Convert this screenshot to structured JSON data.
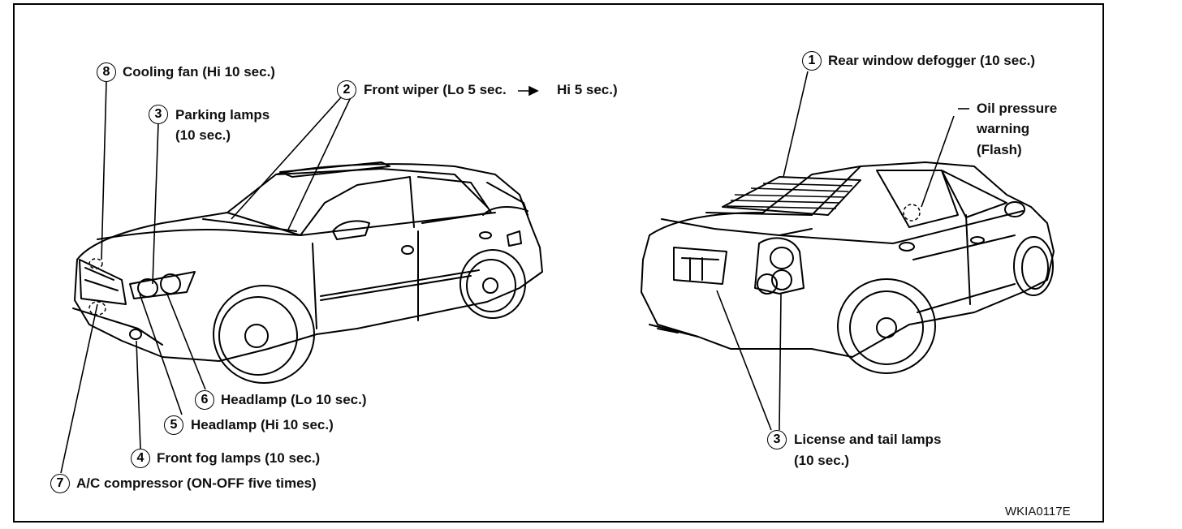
{
  "callouts": [
    {
      "num": "8",
      "text": "Cooling fan (Hi 10 sec.)"
    },
    {
      "num": "3",
      "text": "Parking lamps",
      "text2": "(10 sec.)"
    },
    {
      "num": "2",
      "text": "Front wiper (Lo 5 sec.",
      "text2": "Hi 5 sec.)"
    },
    {
      "num": "6",
      "text": "Headlamp (Lo 10 sec.)"
    },
    {
      "num": "5",
      "text": "Headlamp (Hi 10 sec.)"
    },
    {
      "num": "4",
      "text": "Front fog lamps (10 sec.)"
    },
    {
      "num": "7",
      "text": "A/C compressor (ON-OFF five times)"
    },
    {
      "num": "1",
      "text": "Rear window defogger (10 sec.)"
    },
    {
      "text": "Oil pressure",
      "text2": "warning",
      "text3": "(Flash)"
    },
    {
      "num": "3",
      "text": "License and tail lamps",
      "text2": "(10 sec.)"
    }
  ],
  "figure_code": "WKIA0117E"
}
